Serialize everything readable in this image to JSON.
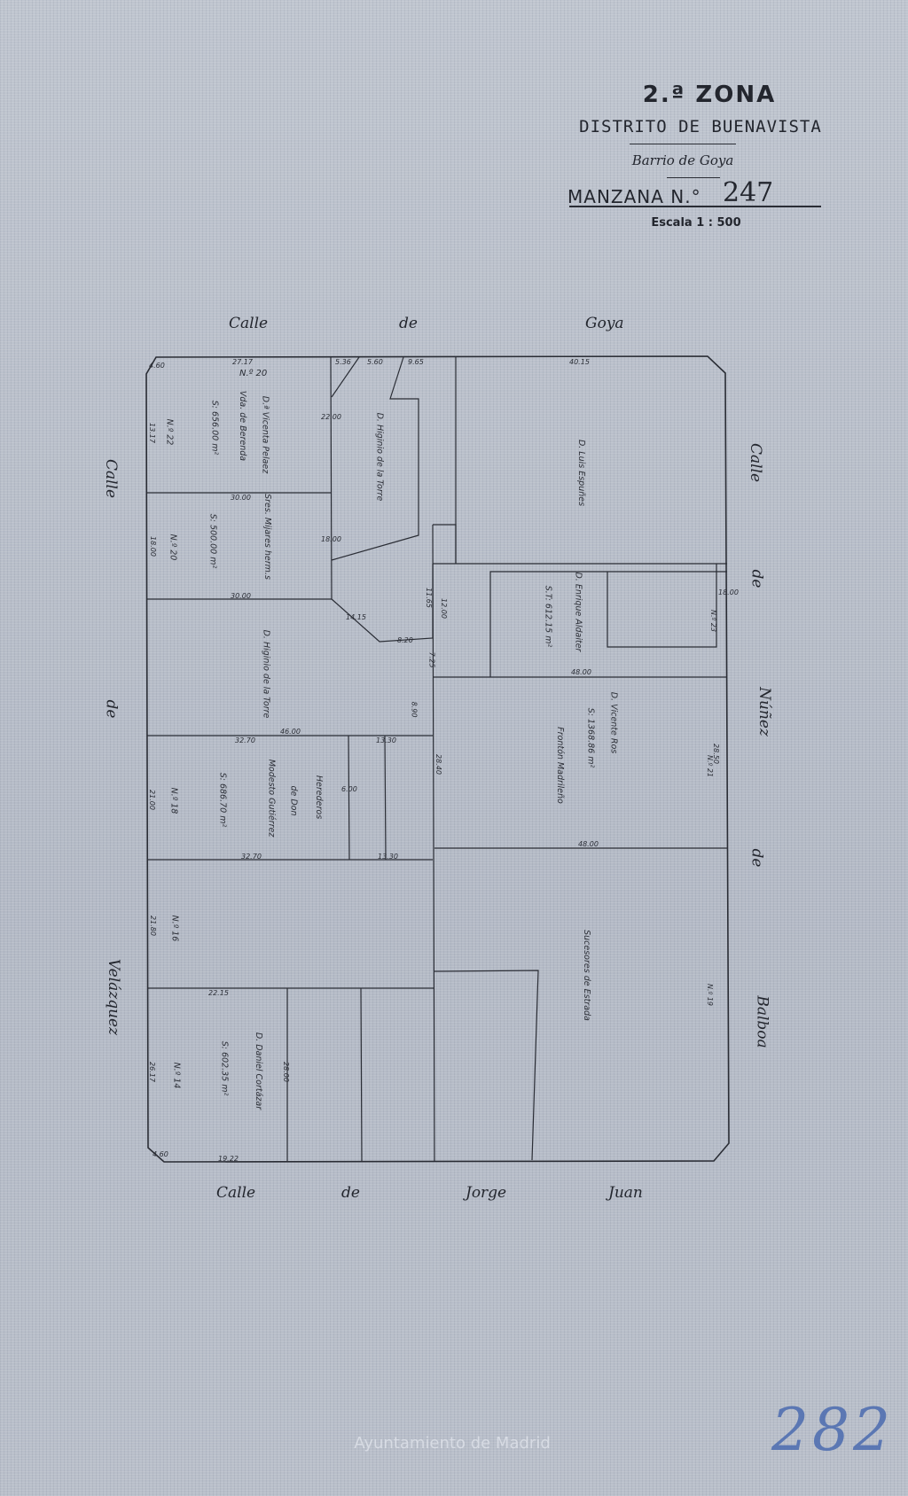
{
  "header": {
    "zona": "2.ª ZONA",
    "distrito": "DISTRITO DE BUENAVISTA",
    "barrio": "Barrio de Goya",
    "manzana_label": "MANZANA N.°",
    "manzana_number": "247",
    "escala": "Escala 1 : 500"
  },
  "streets": {
    "goya": [
      "Calle",
      "de",
      "Goya"
    ],
    "velazquez": [
      "Calle",
      "de",
      "Velázquez"
    ],
    "nunez": [
      "Calle",
      "de",
      "Núñez",
      "de",
      "Balboa"
    ],
    "jorge_juan": [
      "Calle",
      "de",
      "Jorge",
      "Juan"
    ]
  },
  "parcels": {
    "n22": {
      "num": "N.º 22",
      "owner": "D.ª Vicenta Pelaez",
      "line2": "Vda. de Berenda",
      "area": "S: 656.00 m²"
    },
    "n20": {
      "num": "N.º 20",
      "owner": "Sres. Mijares herm.s",
      "area": "S: 500.00 m²"
    },
    "n20_top": "N.º 20",
    "higinio1": "D. Higinio de la Torre",
    "higinio2": "D. Higinio de la Torre",
    "luis": "D. Luis  Espuñes",
    "n23": {
      "num": "N.º 23",
      "owner": "D. Enrique Aldaiter",
      "area": "S.T: 612.15 m²"
    },
    "n21": {
      "num": "N.º 21",
      "owner": "D. Vicente Ros",
      "area": "S: 1368.86 m²",
      "extra": "Frontón Madrileño"
    },
    "n18": {
      "num": "N.º 18",
      "owner1": "Herederos",
      "owner2": "de Don",
      "owner3": "Modesto Gutiérrez",
      "area": "S: 686.70 m²"
    },
    "n16": {
      "num": "N.º 16"
    },
    "n19": {
      "num": "N.º 19",
      "owner": "Sucesores  de  Estrada"
    },
    "n14": {
      "num": "N.º 14",
      "owner": "D. Daniel Cortázar",
      "area": "S: 602.35 m²"
    }
  },
  "dimensions": {
    "d1": "27.17",
    "d2": "5.36",
    "d3": "5.60",
    "d4": "9.65",
    "d5": "40.15",
    "d6": "22.00",
    "d7": "30.00",
    "d8": "18.00",
    "d9": "30.00",
    "d10": "13.17",
    "d11": "18.00",
    "d12": "14.15",
    "d13": "8.20",
    "d14": "11.65",
    "d15": "12.00",
    "d16": "7.25",
    "d17": "18.00",
    "d18": "48.00",
    "d19": "46.00",
    "d20": "32.70",
    "d21": "13.30",
    "d22": "6.00",
    "d23": "28.40",
    "d24": "28.50",
    "d25": "21.00",
    "d26": "32.70",
    "d27": "13.30",
    "d28": "48.00",
    "d29": "21.80",
    "d30": "22.15",
    "d31": "28.00",
    "d32": "26.17",
    "d33": "19.22",
    "d34": "8.90",
    "d35": "4.60",
    "d36": "4.60"
  },
  "footer": {
    "watermark": "Ayuntamiento de Madrid",
    "handwritten": "282"
  }
}
